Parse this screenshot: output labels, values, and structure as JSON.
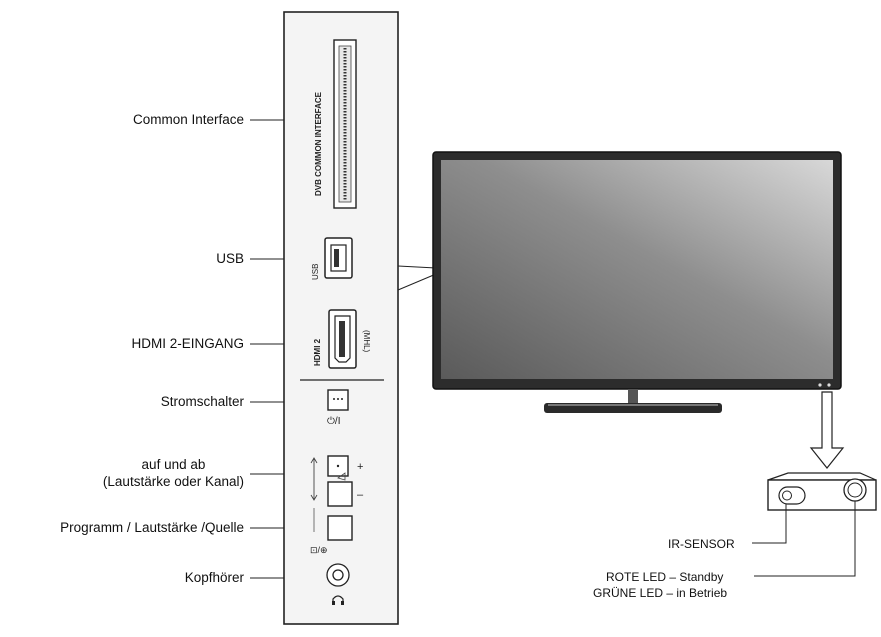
{
  "labels": {
    "common_interface": "Common Interface",
    "usb": "USB",
    "hdmi2": "HDMI 2-EINGANG",
    "power_switch": "Stromschalter",
    "up_down_line1": "auf und ab",
    "up_down_line2": "(Lautstärke oder Kanal)",
    "program_volume_source": "Programm / Lautstärke /Quelle",
    "headphones": "Kopfhörer",
    "ir_sensor": "IR-SENSOR",
    "red_led": "ROTE LED – Standby",
    "green_led": "GRÜNE LED – in Betrieb"
  },
  "panel": {
    "dvb_slot_text": "DVB COMMON INTERFACE",
    "usb_text": "USB",
    "hdmi_text": "HDMI 2",
    "mhl_text": "(MHL)",
    "power_symbol": "⏻/I",
    "plus_symbol": "+",
    "minus_symbol": "–",
    "source_symbol": "⊡/⊕"
  },
  "colors": {
    "panel_fill": "#f4f4f4",
    "screen_dark": "#4a4a4a",
    "screen_light": "#cfcfcf",
    "line": "#222222"
  }
}
